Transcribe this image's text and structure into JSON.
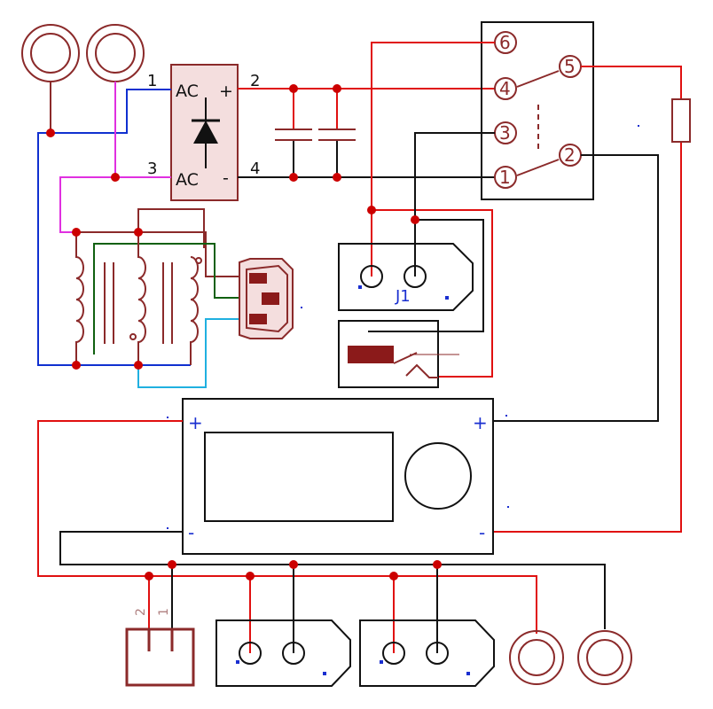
{
  "bridge": {
    "pin1": "1",
    "pin2": "2",
    "pin3": "3",
    "pin4": "4",
    "ac_top": "AC",
    "plus": "+",
    "ac_bottom": "AC",
    "minus": "-"
  },
  "relay": {
    "pins": [
      "6",
      "4",
      "3",
      "1",
      "5",
      "2"
    ]
  },
  "jack": {
    "label": "J1"
  },
  "display_module": {
    "plus_left": "+",
    "plus_right": "+",
    "minus_left": "-",
    "minus_right": "-"
  },
  "header": {
    "pin2": "2",
    "pin1": "1"
  },
  "colors": {
    "component": "#8b2a2a",
    "red_wire": "#e01010",
    "blue_wire": "#1030d0",
    "magenta_wire": "#e030e0",
    "green_wire": "#106010",
    "cyan_wire": "#20b0e0",
    "black_wire": "#111111",
    "junction": "#cc0000"
  }
}
